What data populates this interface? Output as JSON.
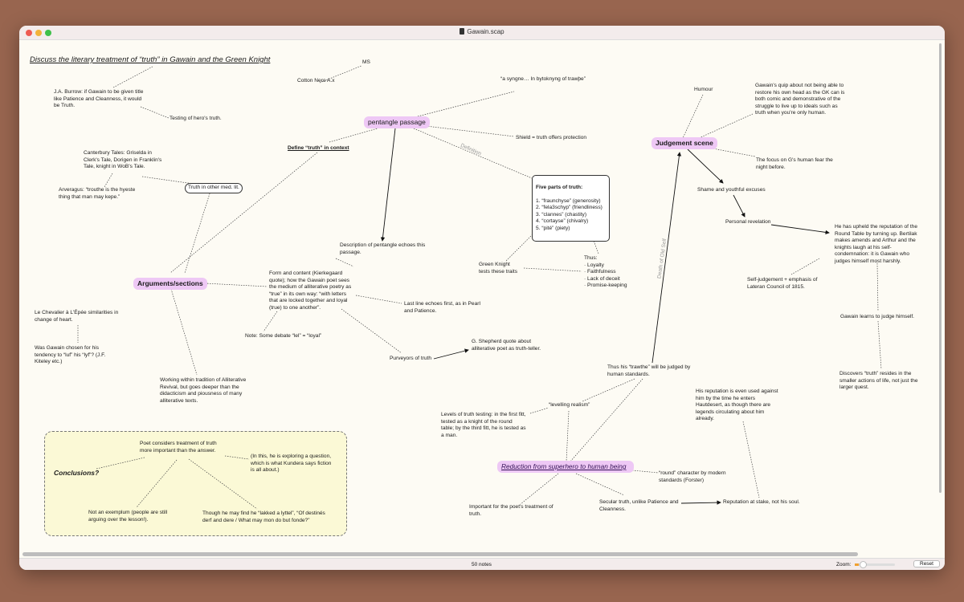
{
  "window": {
    "title": "Gawain.scap"
  },
  "status": {
    "note_count": "50 notes",
    "zoom_label": "Zoom:",
    "reset_label": "Reset",
    "zoom_level": 0.1
  },
  "notes": {
    "heading": "Discuss the literary treatment of “truth” in Gawain and the Green Knight",
    "ms": "MS",
    "cotton": "Cotton Nero A.x",
    "burrow": "J.A. Burrow: if Gawain to be given title like Patience and Cleanness, it would be Truth.",
    "testing": "Testing of hero's truth.",
    "canterbury": "Canterbury Tales: Griselda in Clerk's Tale, Dorigen in Franklin's Tale, knight in WoB's Tale.",
    "arveragus": "Arveragus: “trouthe is the hyeste thing that man may kepe.”",
    "other_lit": "Truth in other med. lit.",
    "define": "Define “truth” in context",
    "pentangle": "pentangle passage",
    "syngne": "“a syngne… In bytoknyng of trawþe”",
    "shield": "Shield = truth offers protection",
    "definition_label": "Definition",
    "five_title": "Five parts of truth:",
    "five_items": "1. “fraunchyse” (generosity)\n2. “fela3schyp” (friendliness)\n3. “clannes” (chastity)\n4. “cortayse” (chivalry)\n5. “pité” (piety)",
    "description": "Description of pentangle echoes this passage.",
    "form": "Form and content (Kierkegaard quote); how the Gawain poet sees the medium of alliterative poetry as “true” in its own way: “with letters that are locked together and loyal (true) to one another”.",
    "arguments": "Arguments/sections",
    "last_line": "Last line echoes first, as in Pearl and Patience.",
    "note_lel": "Note: Some debate “lel” = “loyal”",
    "purveyors": "Purveyors of truth",
    "shepherd": "G. Shepherd quote about alliterative poet as truth-teller.",
    "green_knight": "Green Knight tests these traits",
    "thus_list": "Thus:\n· Loyalty\n· Faithfulness\n· Lack of deceit\n· Promise-keeping",
    "humour": "Humour",
    "quip": "Gawain's quip about not being able to restore his own head as the GK can is both comic and demonstrative of the struggle to live up to ideals such as truth when you're only human.",
    "judgement": "Judgement scene",
    "focus": "The focus on G's human fear the night before.",
    "shame": "Shame and youthful excuses",
    "revelation": "Personal revelation",
    "upheld": "He has upheld the reputation of the Round Table by turning up. Bertilak makes amends and Arthur and the knights laugh at his self-condemnation: it is Gawain who judges himself most harshly.",
    "self_judgement": "Self-judgement + emphasis of Lateran Council of 1815.",
    "learns": "Gawain learns to judge himself.",
    "discovers": "Discovers “truth” resides in the smaller actions of life, not just the larger quest.",
    "death_label": "Death of Old Self",
    "trawthe": "Thus his “trawthe” will be judged by human standards.",
    "his_reputation": "His reputation is even used against him by the time he enters Hautdesert, as though there are legends circulating about him already.",
    "levelling": "“levelling realism”",
    "levels": "Levels of truth testing: in the first fitt, tested as a knight of the round table; by the third fitt, he is tested as a man.",
    "reduction": "Reduction from superhero to human being",
    "round": "“round” character by modern standards (Forster)",
    "important": "Important for the poet's treatment of truth.",
    "secular": "Secular truth, unlike Patience and Cleanness.",
    "reputation_stake": "Reputation at stake, not his soul.",
    "chevalier": "Le Chevalier à L'Épée similarities in change of heart.",
    "chosen": "Was Gawain chosen for his tendency to “luf” his “lyf”? (J.F. Kiteley etc.)",
    "working": "Working within tradition of Alliterative Revival, but goes deeper than the didacticism and piousness of many alliterative texts.",
    "poet_considers": "Poet considers treatment of truth more important than the answer.",
    "conclusions": "Conclusions?",
    "in_this": "(In this, he is exploring a question, which is what Kundera says fiction is all about.)",
    "not_exemplum": "Not an exemplum (people are still arguing over the lesson!).",
    "though": "Though he may find he “lakked a lyttel”, “Of destinés derf and dere / What may mon do but fonde?”"
  },
  "colors": {
    "highlight": "#eec8f5",
    "conclusion_bg": "#fbf9d6",
    "desktop": "#98654f"
  }
}
